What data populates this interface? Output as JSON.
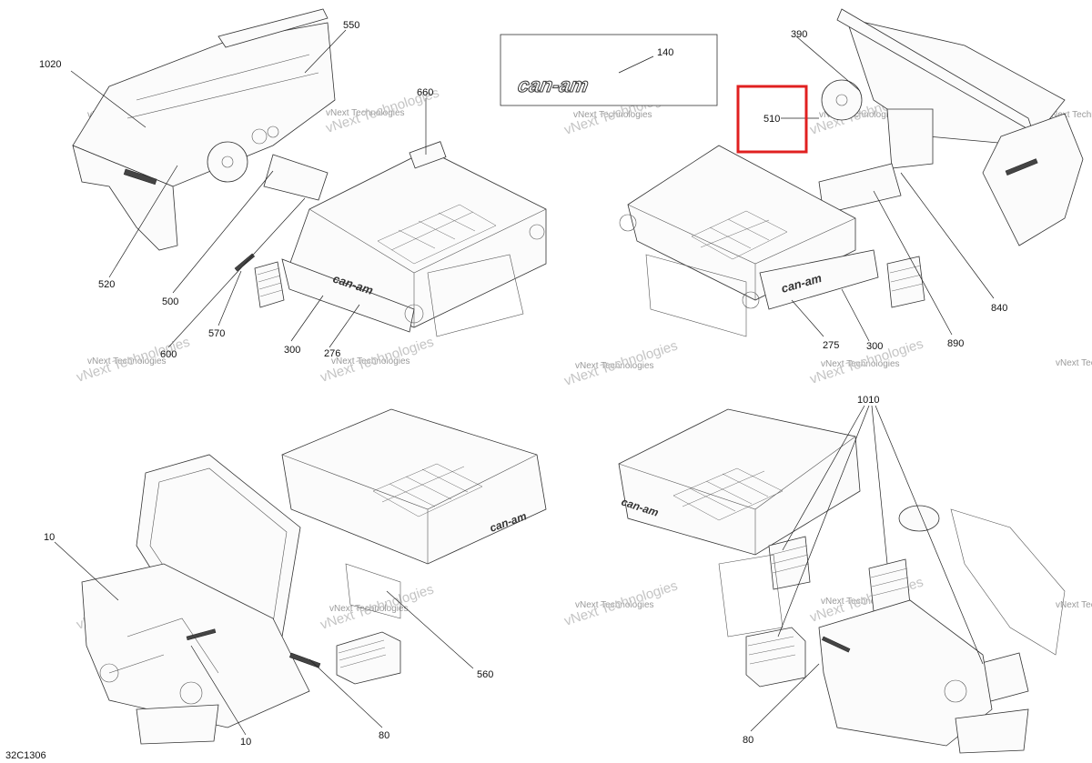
{
  "diagram": {
    "code": "32C1306",
    "watermark": "vNext Technologies",
    "logo_text": "can-am",
    "highlight_color": "#e02020",
    "callouts": {
      "c1020": "1020",
      "c550": "550",
      "c660": "660",
      "c520": "520",
      "c500": "500",
      "c570": "570",
      "c600": "600",
      "c300a": "300",
      "c276": "276",
      "c140": "140",
      "c390": "390",
      "c510": "510",
      "c840": "840",
      "c890": "890",
      "c275": "275",
      "c300b": "300",
      "c10a": "10",
      "c10b": "10",
      "c560": "560",
      "c80a": "80",
      "c1010": "1010",
      "c80b": "80"
    }
  }
}
